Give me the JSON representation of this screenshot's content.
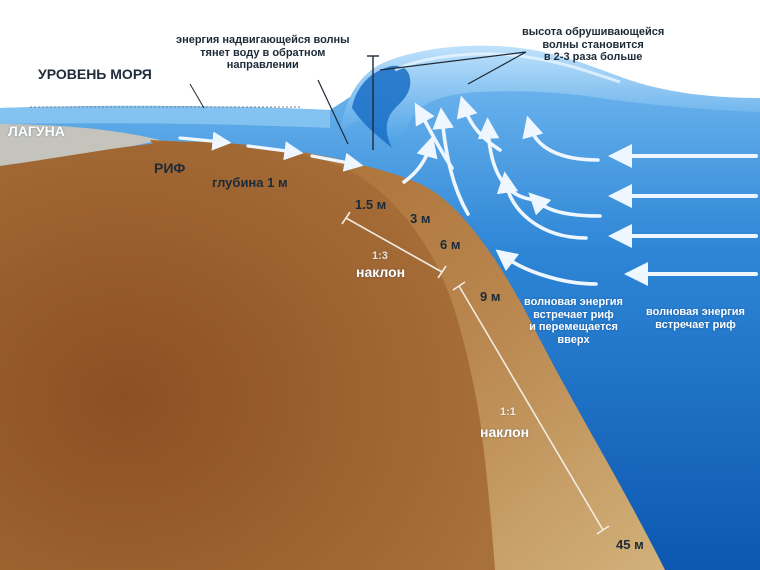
{
  "labels": {
    "sea_level": "УРОВЕНЬ МОРЯ",
    "lagoon": "ЛАГУНА",
    "reef": "РИФ",
    "depth_1m": "глубина 1 м",
    "depth_1_5m": "1.5 м",
    "depth_3m": "3 м",
    "depth_6m": "6 м",
    "depth_9m": "9 м",
    "depth_45m": "45 м",
    "slope_ratio_1": "1:3",
    "slope_1": "наклон",
    "slope_ratio_2": "1:1",
    "slope_2": "наклон"
  },
  "annotations": {
    "backwash": [
      "энергия надвигающейся волны",
      "тянет воду в обратном",
      "направлении"
    ],
    "wave_height": [
      "высота обрушивающейся",
      "волны становится",
      "в 2-3 раза больше"
    ],
    "energy_up": [
      "волновая энергия",
      "встречает риф",
      "и перемещается",
      "вверх"
    ],
    "energy_meets": [
      "волновая энергия",
      "встречает риф"
    ]
  },
  "colors": {
    "sky": "#ffffff",
    "ocean_top": "#4f9fe0",
    "ocean_deep": "#0f62bf",
    "reef_brown": "#9a5c2b",
    "reef_sand": "#c9a56a",
    "lagoon": "#bdbdb6",
    "arrows": "#eef6ff",
    "text_dark": "#1d2a38",
    "text_light": "#ffffff"
  }
}
